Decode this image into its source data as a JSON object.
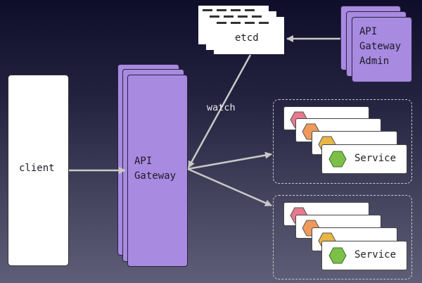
{
  "diagram": {
    "client": {
      "label": "client"
    },
    "gateway": {
      "line1": "API",
      "line2": "Gateway"
    },
    "etcd": {
      "label": "etcd"
    },
    "admin": {
      "line1": "API",
      "line2": "Gateway",
      "line3": "Admin"
    },
    "watch_label": "watch",
    "service_groups": [
      {
        "label": "Service",
        "stack_colors": [
          "#e57a8e",
          "#ef9a5a",
          "#e9b545",
          "#7cc04a"
        ]
      },
      {
        "label": "Service",
        "stack_colors": [
          "#e57a8e",
          "#ef9a5a",
          "#e9b545",
          "#7cc04a"
        ]
      }
    ],
    "colors": {
      "purple": "#a88ae0",
      "arrow": "#c8c8c8",
      "background_top": "#0f0e2a",
      "background_bottom": "#5f5e78"
    }
  }
}
